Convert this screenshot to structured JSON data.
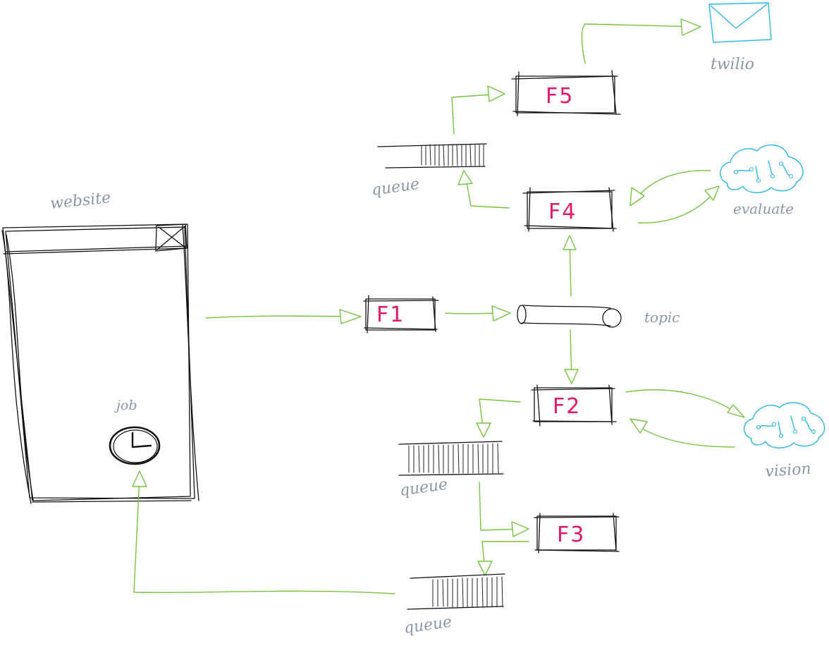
{
  "labels": {
    "website": "website",
    "job": "job",
    "topic": "topic",
    "queue_top": "queue",
    "queue_mid": "queue",
    "queue_bottom": "queue",
    "evaluate": "evaluate",
    "vision": "vision",
    "twilio": "twilio"
  },
  "functions": {
    "f1": "F1",
    "f2": "F2",
    "f3": "F3",
    "f4": "F4",
    "f5": "F5"
  },
  "colors": {
    "ink": "#111111",
    "arrow": "#77c442",
    "service": "#2cb7e6",
    "function_text": "#e0196b",
    "annotation": "#8a97a8"
  },
  "icons": {
    "clock": "clock-icon",
    "cloud": "cloud-icon",
    "envelope": "envelope-icon"
  }
}
